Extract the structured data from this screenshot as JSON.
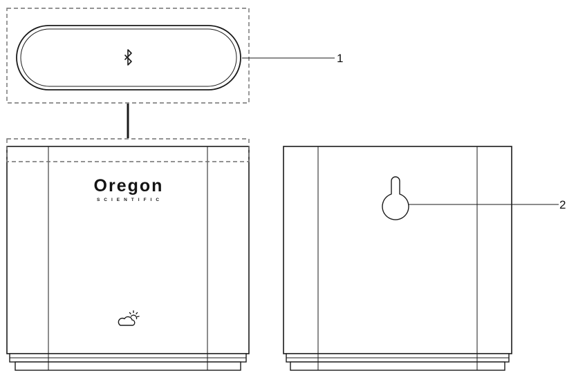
{
  "callouts": {
    "top_cover": "1",
    "wall_hook": "2"
  },
  "brand": {
    "name": "Oregon",
    "tagline": "SCIENTIFIC"
  },
  "icons": {
    "top_cover": "bluetooth-icon",
    "front_panel": "weather-icon",
    "back_panel": "keyhole-hanger-icon"
  },
  "colors": {
    "line": "#1a1a1a",
    "dashed": "#6e6e6e",
    "background": "#ffffff"
  }
}
